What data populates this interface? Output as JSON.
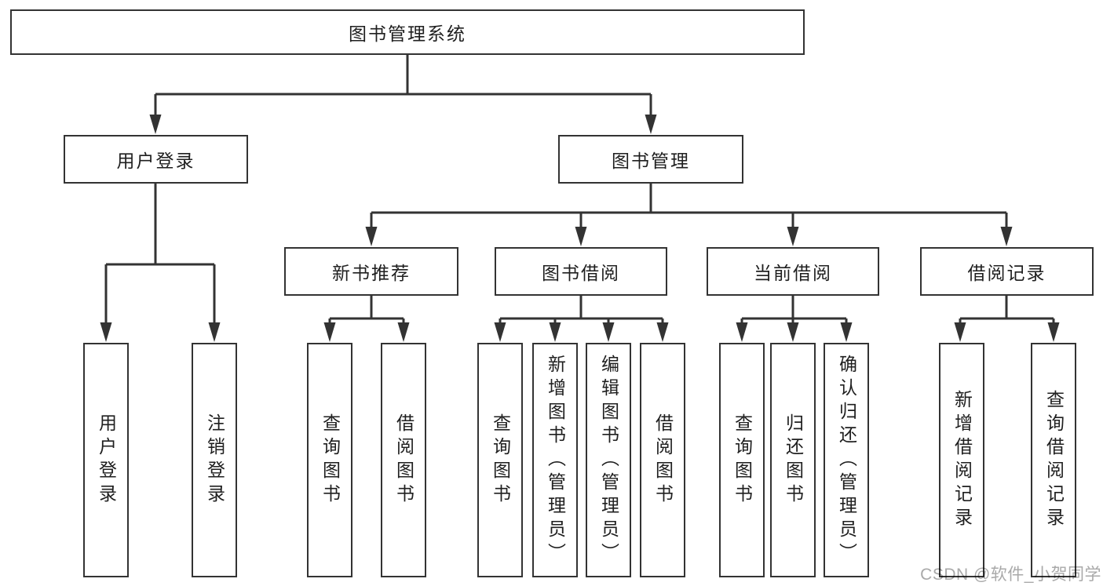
{
  "nodes": {
    "root": "图书管理系统",
    "branches": [
      {
        "label": "用户登录",
        "leaves": [
          "用户登录",
          "注销登录"
        ]
      },
      {
        "label": "图书管理",
        "groups": [
          {
            "label": "新书推荐",
            "leaves": [
              "查询图书",
              "借阅图书"
            ]
          },
          {
            "label": "图书借阅",
            "leaves": [
              "查询图书",
              "新增图书（管理员）",
              "编辑图书（管理员）",
              "借阅图书"
            ]
          },
          {
            "label": "当前借阅",
            "leaves": [
              "查询图书",
              "归还图书",
              "确认归还（管理员）"
            ]
          },
          {
            "label": "借阅记录",
            "leaves": [
              "新增借阅记录",
              "查询借阅记录"
            ]
          }
        ]
      }
    ]
  },
  "watermark": {
    "text": "CSDN @软件_小贺同学",
    "color": "#a9a9a9"
  },
  "colors": {
    "background": "#ffffff",
    "line": "#333333",
    "box_border": "#333333",
    "box_fill": "#ffffff",
    "text": "#1f1f1f"
  }
}
